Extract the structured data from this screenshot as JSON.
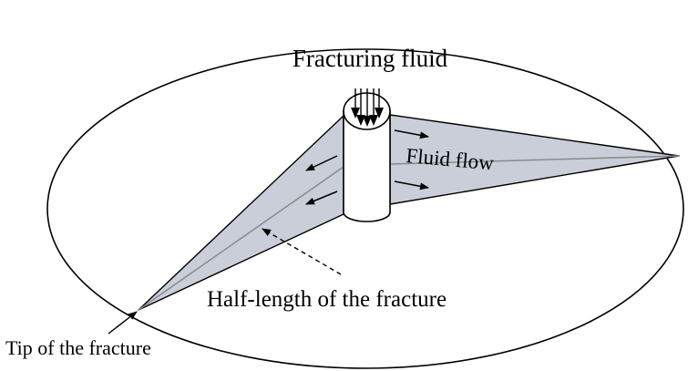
{
  "labels": {
    "fracturing_fluid": "Fracturing fluid",
    "fluid_flow": "Fluid flow",
    "half_length": "Half-length of the fracture",
    "tip": "Tip of the fracture"
  },
  "colors": {
    "fracture_fill": "#c9ced9",
    "stroke": "#000000",
    "centerline": "#8a8a8a",
    "background": "#ffffff"
  }
}
